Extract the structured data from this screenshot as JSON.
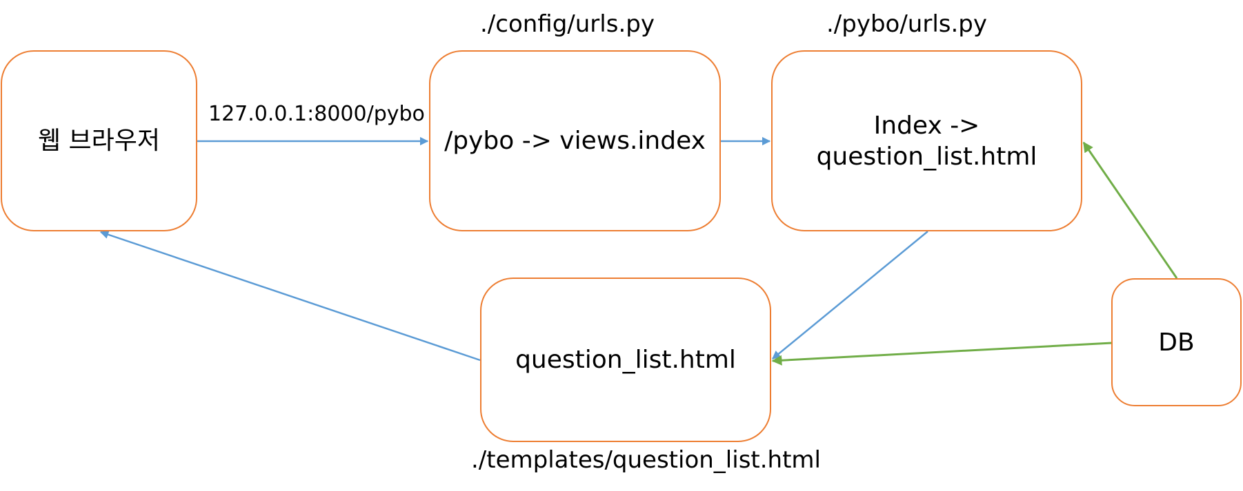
{
  "colors": {
    "node_border": "#ED7D31",
    "request_arrow": "#5B9BD5",
    "data_arrow": "#70AD47"
  },
  "nodes": {
    "browser": "웹 브라우저",
    "config_urls": "/pybo -> views.index",
    "pybo_urls": "Index ->\nquestion_list.html",
    "template": "question_list.html",
    "db": "DB"
  },
  "captions": {
    "config_urls": "./config/urls.py",
    "pybo_urls": "./pybo/urls.py",
    "template": "./templates/question_list.html"
  },
  "edges": [
    {
      "from": "browser",
      "to": "config_urls",
      "label": "127.0.0.1:8000/pybo",
      "kind": "request"
    },
    {
      "from": "config_urls",
      "to": "pybo_urls",
      "label": "",
      "kind": "request"
    },
    {
      "from": "pybo_urls",
      "to": "template",
      "label": "",
      "kind": "request"
    },
    {
      "from": "template",
      "to": "browser",
      "label": "",
      "kind": "request"
    },
    {
      "from": "db",
      "to": "pybo_urls",
      "label": "",
      "kind": "data"
    },
    {
      "from": "db",
      "to": "template",
      "label": "",
      "kind": "data"
    }
  ]
}
